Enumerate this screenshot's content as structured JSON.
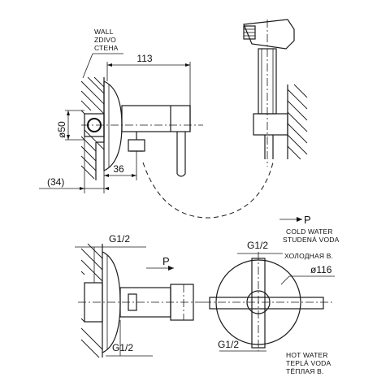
{
  "labels": {
    "wall_en": "WALL",
    "wall_cz": "ZDIVO",
    "wall_ru": "СТЕНА",
    "cold_en": "COLD WATER",
    "cold_cz": "STUDENÁ VODA",
    "cold_ru": "ХОЛОДНАЯ В.",
    "hot_en": "HOT WATER",
    "hot_cz": "TEPLÁ VODA",
    "hot_ru": "ТЁПЛАЯ В."
  },
  "dimensions": {
    "length": "113",
    "diameter_body": "ø50",
    "offset_36": "36",
    "offset_34": "(34)",
    "thread_top_left": "G1/2",
    "thread_bottom_left": "G1/2",
    "thread_top_right": "G1/2",
    "thread_bottom_right": "G1/2",
    "diameter_rosette": "ø116"
  },
  "markers": {
    "p_top": "P",
    "p_left": "P"
  }
}
